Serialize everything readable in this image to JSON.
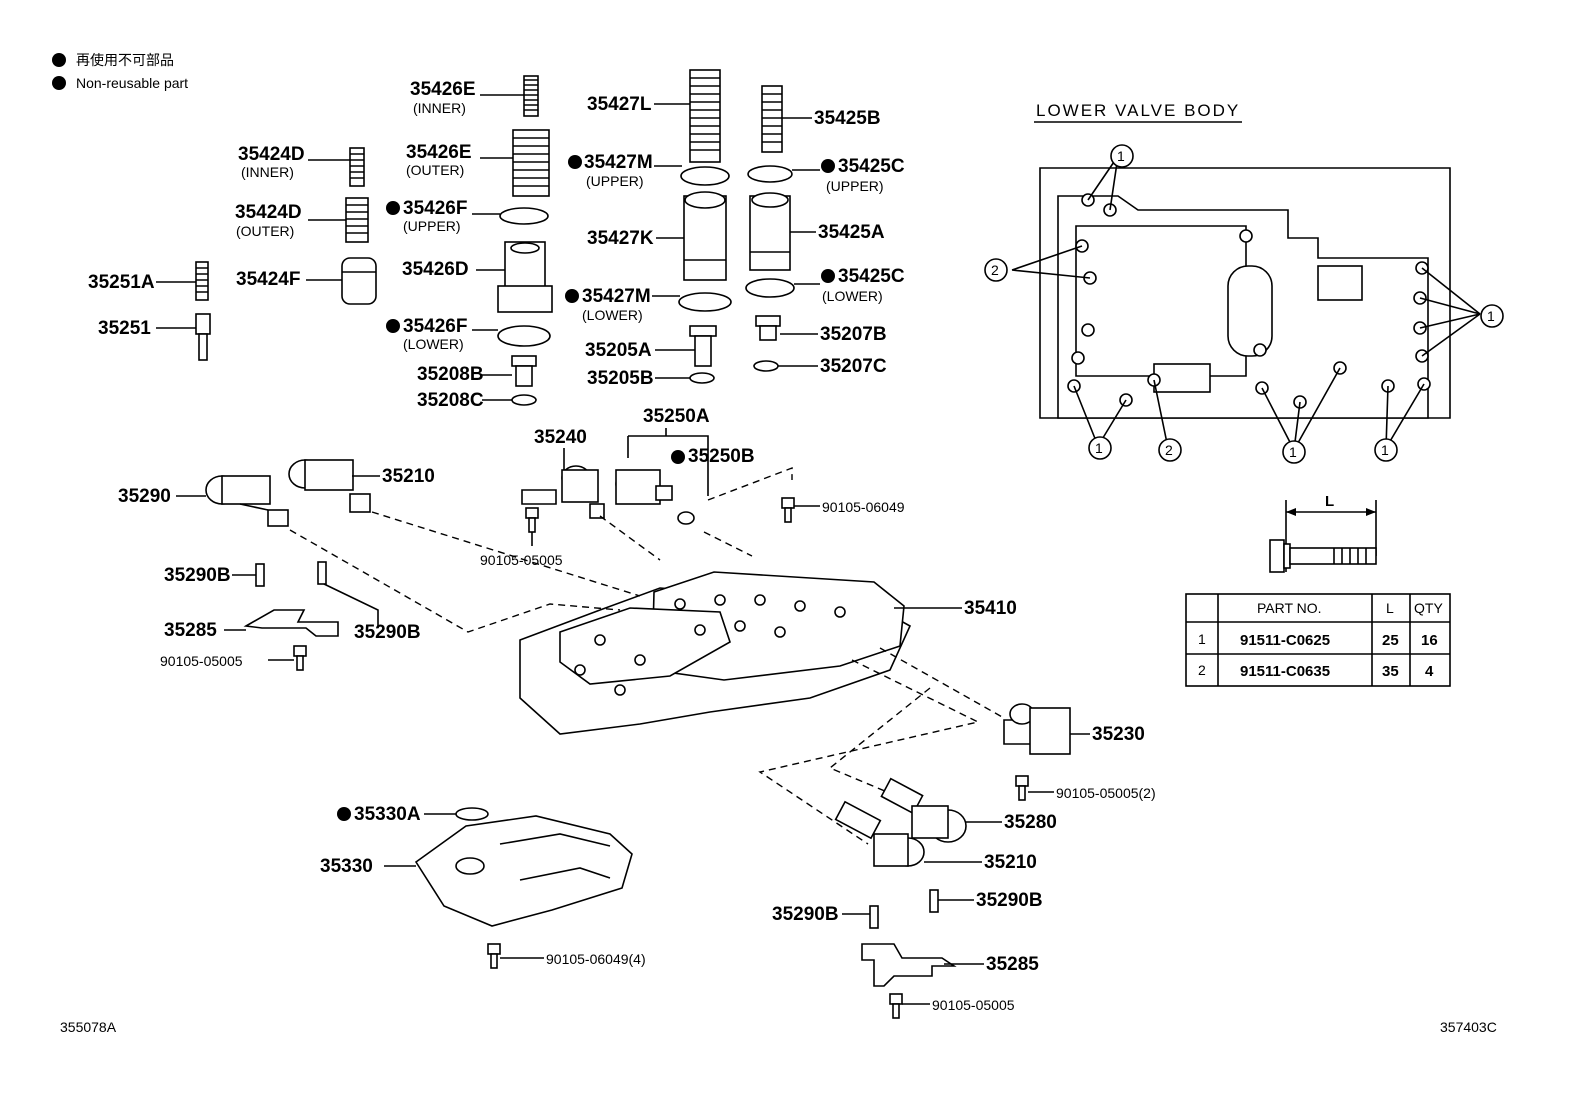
{
  "legend": {
    "jp": "再使用不可部品",
    "en": "Non-reusable part"
  },
  "inset_title": "LOWER VALVE BODY",
  "callouts": {
    "c1": "1",
    "c2": "2"
  },
  "dimension_label": "L",
  "bolt_table": {
    "headers": [
      "",
      "PART NO.",
      "L",
      "QTY"
    ],
    "rows": [
      [
        "1",
        "91511-C0625",
        "25",
        "16"
      ],
      [
        "2",
        "91511-C0635",
        "35",
        "4"
      ]
    ]
  },
  "labels": {
    "p35426E_inner": "35426E",
    "s_inner_1": "(INNER)",
    "p35426E_outer": "35426E",
    "s_outer_1": "(OUTER)",
    "p35426F_upper": "35426F",
    "s_upper_1": "(UPPER)",
    "p35426D": "35426D",
    "p35426F_lower": "35426F",
    "s_lower_1": "(LOWER)",
    "p35208B": "35208B",
    "p35208C": "35208C",
    "p35424D_inner": "35424D",
    "s_inner_2": "(INNER)",
    "p35424D_outer": "35424D",
    "s_outer_2": "(OUTER)",
    "p35424F": "35424F",
    "p35251A": "35251A",
    "p35251": "35251",
    "p35427L": "35427L",
    "p35427M_upper": "35427M",
    "s_upper_2": "(UPPER)",
    "p35427K": "35427K",
    "p35427M_lower": "35427M",
    "s_lower_2": "(LOWER)",
    "p35205A": "35205A",
    "p35205B": "35205B",
    "p35425B": "35425B",
    "p35425C_upper": "35425C",
    "s_upper_3": "(UPPER)",
    "p35425A": "35425A",
    "p35425C_lower": "35425C",
    "s_lower_3": "(LOWER)",
    "p35207B": "35207B",
    "p35207C": "35207C",
    "p35240": "35240",
    "p35250A": "35250A",
    "p35250B": "35250B",
    "p35290": "35290",
    "p35210_top": "35210",
    "b90105_06049_top": "90105-06049",
    "b90105_05005_a": "90105-05005",
    "p35290B_left": "35290B",
    "p35290B_mid": "35290B",
    "p35285_left": "35285",
    "b90105_05005_b": "90105-05005",
    "p35410": "35410",
    "p35230": "35230",
    "b90105_05005_2": "90105-05005(2)",
    "p35330A": "35330A",
    "p35330": "35330",
    "p35280": "35280",
    "p35210_bottom": "35210",
    "p35290B_right": "35290B",
    "p35290B_bottom": "35290B",
    "p35285_right": "35285",
    "b90105_06049_4": "90105-06049(4)",
    "b90105_05005_c": "90105-05005"
  },
  "ref_left": "355078A",
  "ref_right": "357403C"
}
